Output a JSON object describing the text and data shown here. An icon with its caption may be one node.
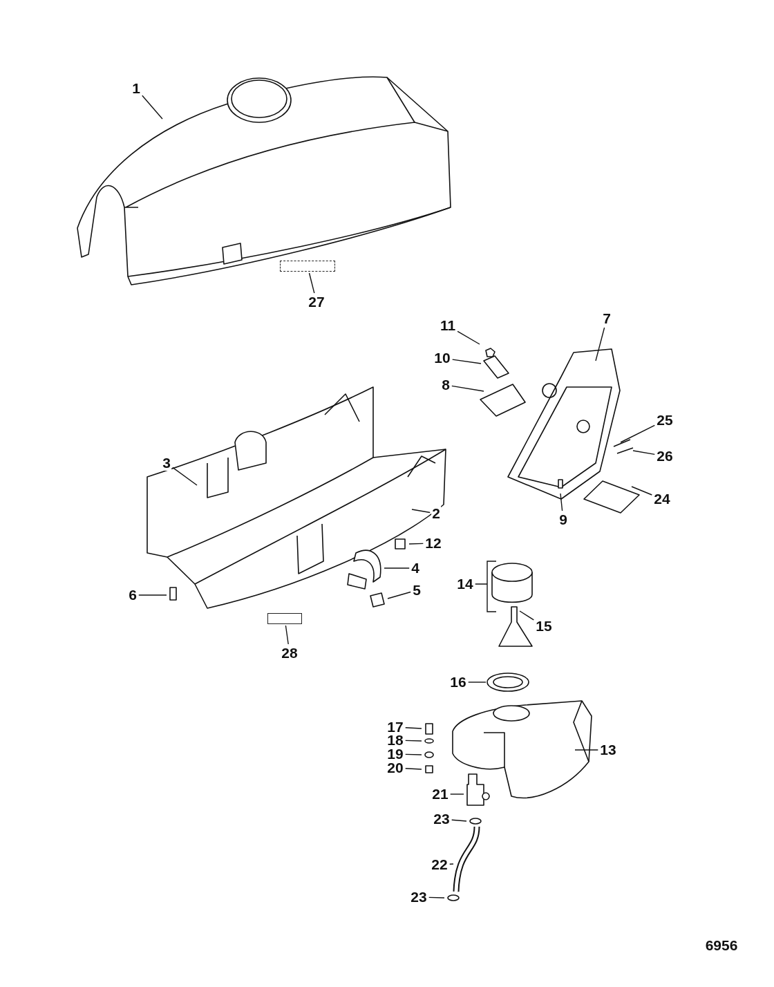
{
  "diagram": {
    "nodes": [
      {
        "text": [
          "1"
        ]
      },
      {
        "text": [],
        "shape": "box"
      },
      {
        "text": [
          "27"
        ]
      },
      {
        "text": [
          "11"
        ]
      },
      {
        "text": [
          "7"
        ]
      },
      {
        "text": [
          "10"
        ]
      },
      {
        "text": [
          "8"
        ]
      },
      {
        "text": [
          "3"
        ]
      },
      {
        "text": [
          "25"
        ]
      },
      {
        "text": [
          "26"
        ]
      },
      {
        "text": [
          "2"
        ]
      },
      {
        "text": [
          "24"
        ]
      },
      {
        "text": [
          "9"
        ]
      },
      {
        "text": [
          "12"
        ]
      },
      {
        "text": [
          "4"
        ]
      },
      {
        "text": [
          "14"
        ]
      },
      {
        "text": [
          "6"
        ]
      },
      {
        "text": [
          "5"
        ]
      },
      {
        "text": [
          "15"
        ]
      },
      {
        "text": [],
        "shape": "box"
      },
      {
        "text": [
          "28"
        ]
      },
      {
        "text": [
          "16"
        ]
      },
      {
        "text": [
          "17"
        ]
      },
      {
        "text": [
          "18"
        ]
      },
      {
        "text": [
          "19"
        ]
      },
      {
        "text": [
          "20"
        ]
      },
      {
        "text": [
          "13"
        ]
      },
      {
        "text": [
          "21"
        ]
      },
      {
        "text": [
          "23"
        ]
      },
      {
        "text": [
          "22"
        ]
      },
      {
        "text": [
          "23"
        ]
      }
    ],
    "edges": [
      {
        "from": 0,
        "to": null,
        "arrow": "none"
      },
      {
        "from": 2,
        "to": 1,
        "arrow": "none"
      },
      {
        "from": 3,
        "to": null,
        "arrow": "none"
      },
      {
        "from": 4,
        "to": null,
        "arrow": "none"
      },
      {
        "from": 5,
        "to": null,
        "arrow": "none"
      },
      {
        "from": 6,
        "to": null,
        "arrow": "none"
      },
      {
        "from": 7,
        "to": null,
        "arrow": "none"
      },
      {
        "from": 8,
        "to": null,
        "arrow": "none"
      },
      {
        "from": 9,
        "to": null,
        "arrow": "none"
      },
      {
        "from": 10,
        "to": null,
        "arrow": "none"
      },
      {
        "from": 11,
        "to": null,
        "arrow": "none"
      },
      {
        "from": 12,
        "to": null,
        "arrow": "none"
      },
      {
        "from": 13,
        "to": null,
        "arrow": "none"
      },
      {
        "from": 14,
        "to": null,
        "arrow": "none"
      },
      {
        "from": 15,
        "to": null,
        "arrow": "none"
      },
      {
        "from": 16,
        "to": null,
        "arrow": "none"
      },
      {
        "from": 17,
        "to": null,
        "arrow": "none"
      },
      {
        "from": 18,
        "to": null,
        "arrow": "none"
      },
      {
        "from": 20,
        "to": 19,
        "arrow": "none"
      },
      {
        "from": 21,
        "to": null,
        "arrow": "none"
      },
      {
        "from": 22,
        "to": null,
        "arrow": "none"
      },
      {
        "from": 23,
        "to": null,
        "arrow": "none"
      },
      {
        "from": 24,
        "to": null,
        "arrow": "none"
      },
      {
        "from": 25,
        "to": null,
        "arrow": "none"
      },
      {
        "from": 26,
        "to": null,
        "arrow": "none"
      },
      {
        "from": 27,
        "to": null,
        "arrow": "none"
      },
      {
        "from": 28,
        "to": null,
        "arrow": "none"
      },
      {
        "from": 29,
        "to": null,
        "arrow": "none"
      },
      {
        "from": 30,
        "to": null,
        "arrow": "none"
      }
    ],
    "labels": [
      "6956"
    ]
  }
}
